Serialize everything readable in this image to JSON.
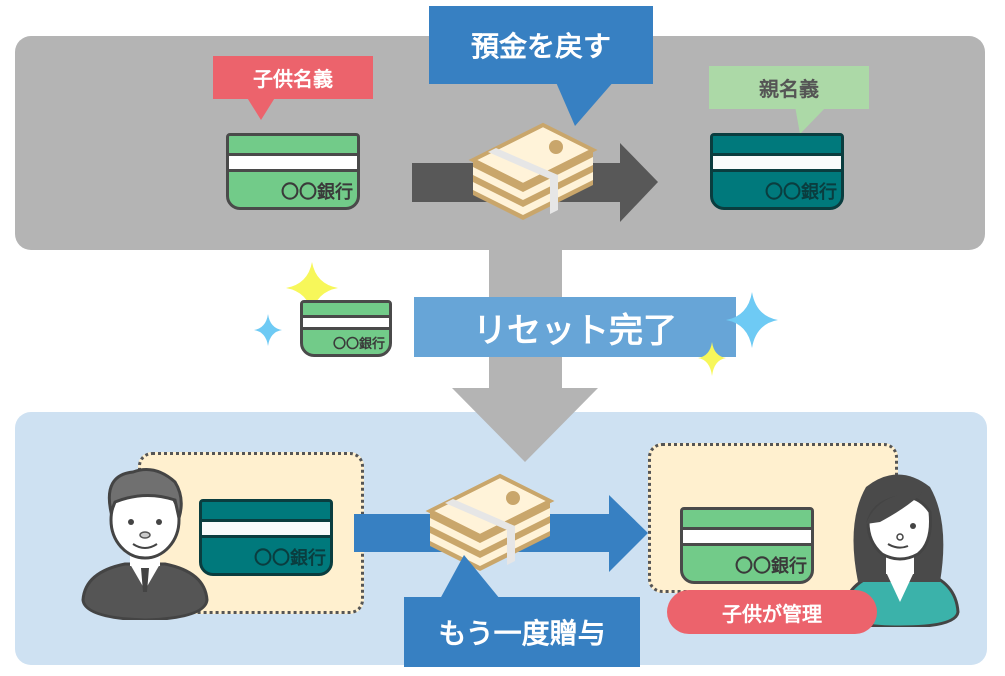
{
  "top_section": {
    "child_name_label": "子供名義",
    "parent_name_label": "親名義",
    "return_deposit_label": "預金を戻す",
    "child_card_bank": "〇〇銀行",
    "parent_card_bank": "〇〇銀行"
  },
  "middle_section": {
    "reset_label": "リセット完了",
    "reset_card_bank": "〇〇銀行"
  },
  "bottom_section": {
    "parent_card_bank": "〇〇銀行",
    "child_card_bank": "〇〇銀行",
    "gift_again_label": "もう一度贈与",
    "child_manages_label": "子供が管理"
  },
  "colors": {
    "top_panel": "#b4b4b4",
    "bottom_panel": "#cee1f2",
    "red_tag": "#ec636c",
    "green_tag": "#acd9a7",
    "blue_tag": "#3780c2",
    "reset_tag": "#67a5d7",
    "child_card": "#72cb89",
    "parent_card": "#00797c",
    "sparkle_yellow": "#f7f75a",
    "sparkle_blue": "#6ecaf4"
  }
}
